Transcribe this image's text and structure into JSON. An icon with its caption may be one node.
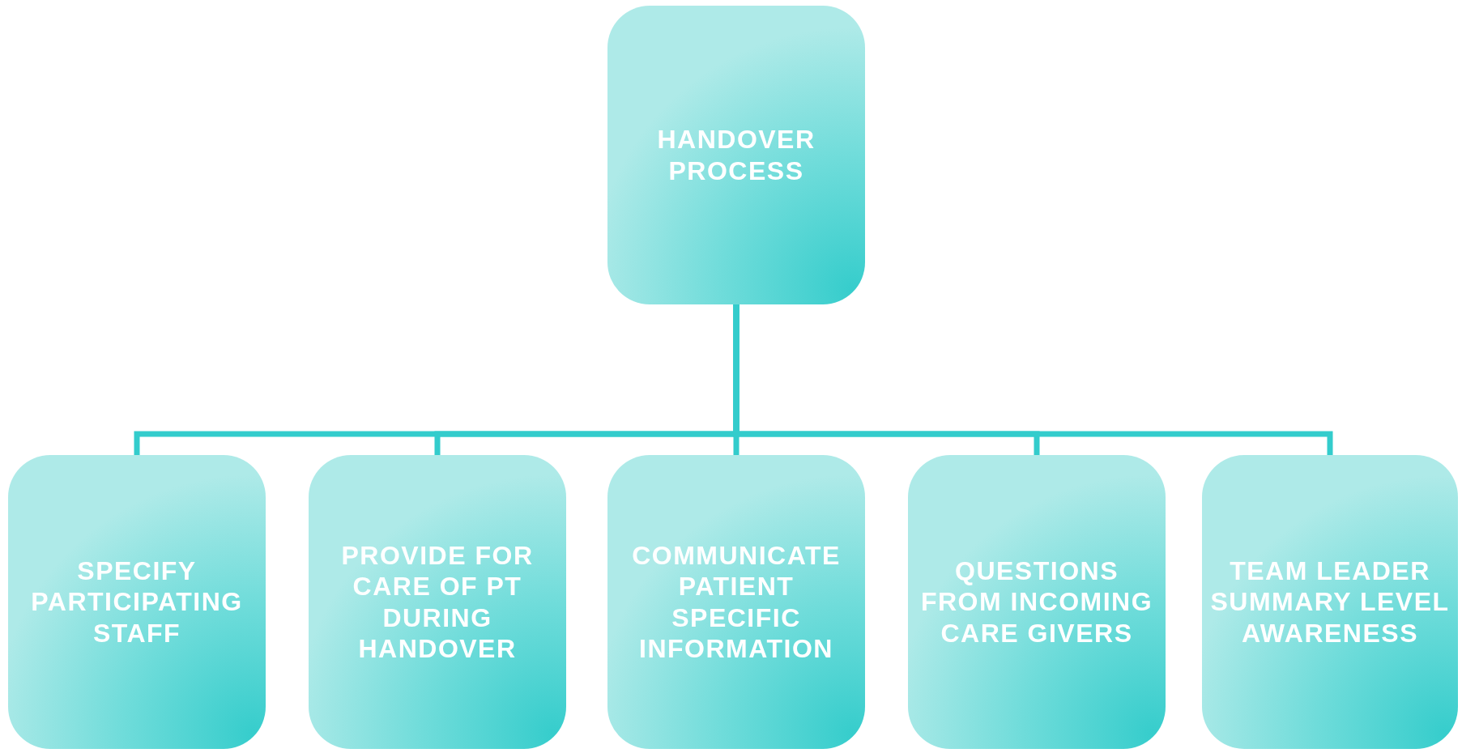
{
  "diagram": {
    "nodes": [
      {
        "text": [
          "HANDOVER PROCESS"
        ]
      },
      {
        "text": [
          "SPECIFY PARTICIPATING STAFF"
        ]
      },
      {
        "text": [
          "PROVIDE FOR CARE OF PT DURING HANDOVER"
        ]
      },
      {
        "text": [
          "COMMUNICATE PATIENT SPECIFIC INFORMATION"
        ]
      },
      {
        "text": [
          "QUESTIONS FROM INCOMING CARE GIVERS"
        ]
      },
      {
        "text": [
          "TEAM LEADER SUMMARY LEVEL AWARENESS"
        ]
      }
    ],
    "edges": [
      {
        "from": 0,
        "to": 1,
        "arrow": "none"
      },
      {
        "from": 0,
        "to": 2,
        "arrow": "none"
      },
      {
        "from": 0,
        "to": 3,
        "arrow": "none"
      },
      {
        "from": 0,
        "to": 4,
        "arrow": "none"
      },
      {
        "from": 0,
        "to": 5,
        "arrow": "none"
      }
    ]
  }
}
